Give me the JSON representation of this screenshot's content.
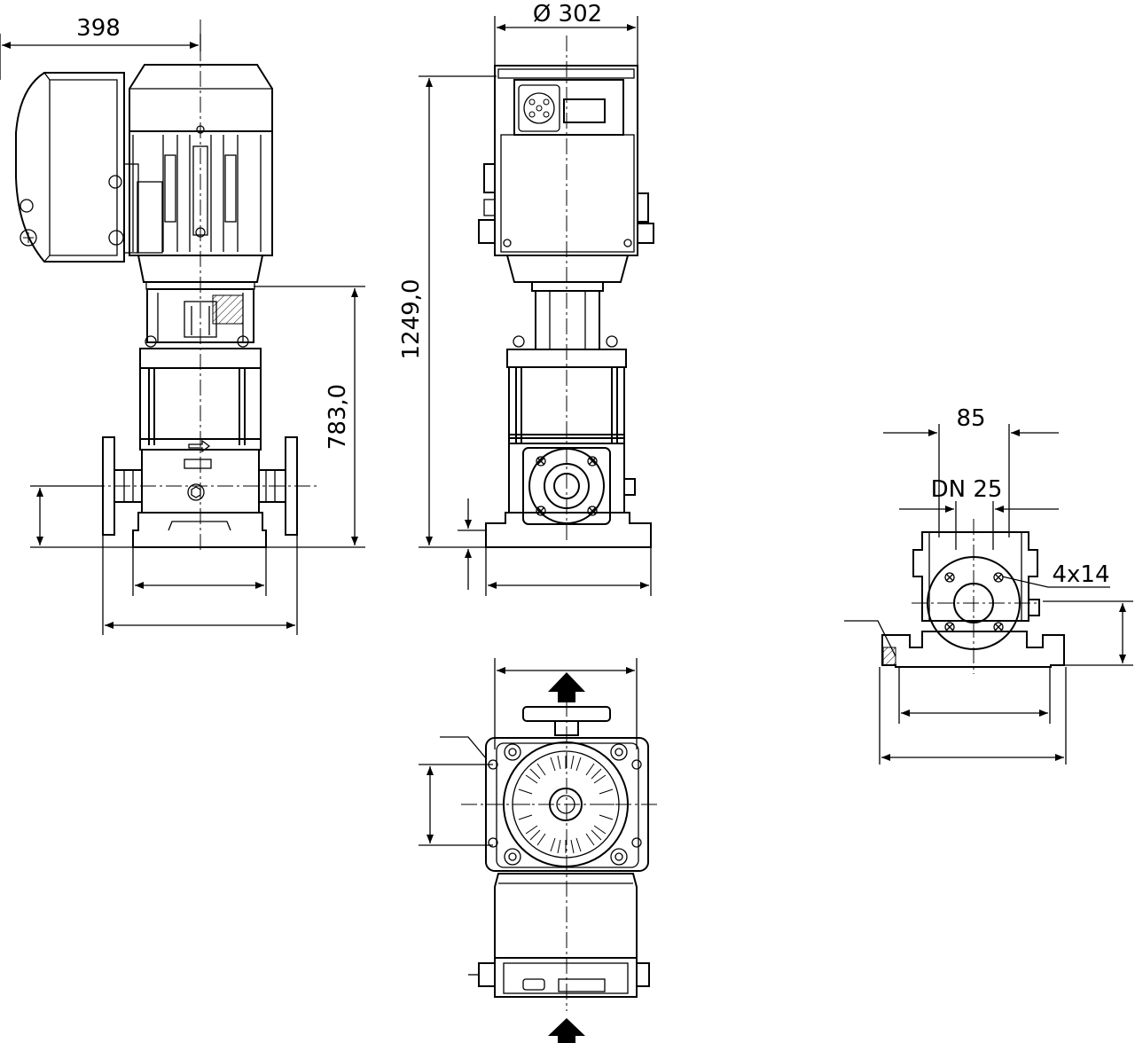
{
  "dimensions": {
    "motor_overhang": "398",
    "diameter": "Ø 302",
    "total_height": "1249,0",
    "pump_height": "783,0",
    "flange_spacing": "85",
    "nominal_diameter": "DN 25",
    "bolt_holes": "4x14"
  }
}
